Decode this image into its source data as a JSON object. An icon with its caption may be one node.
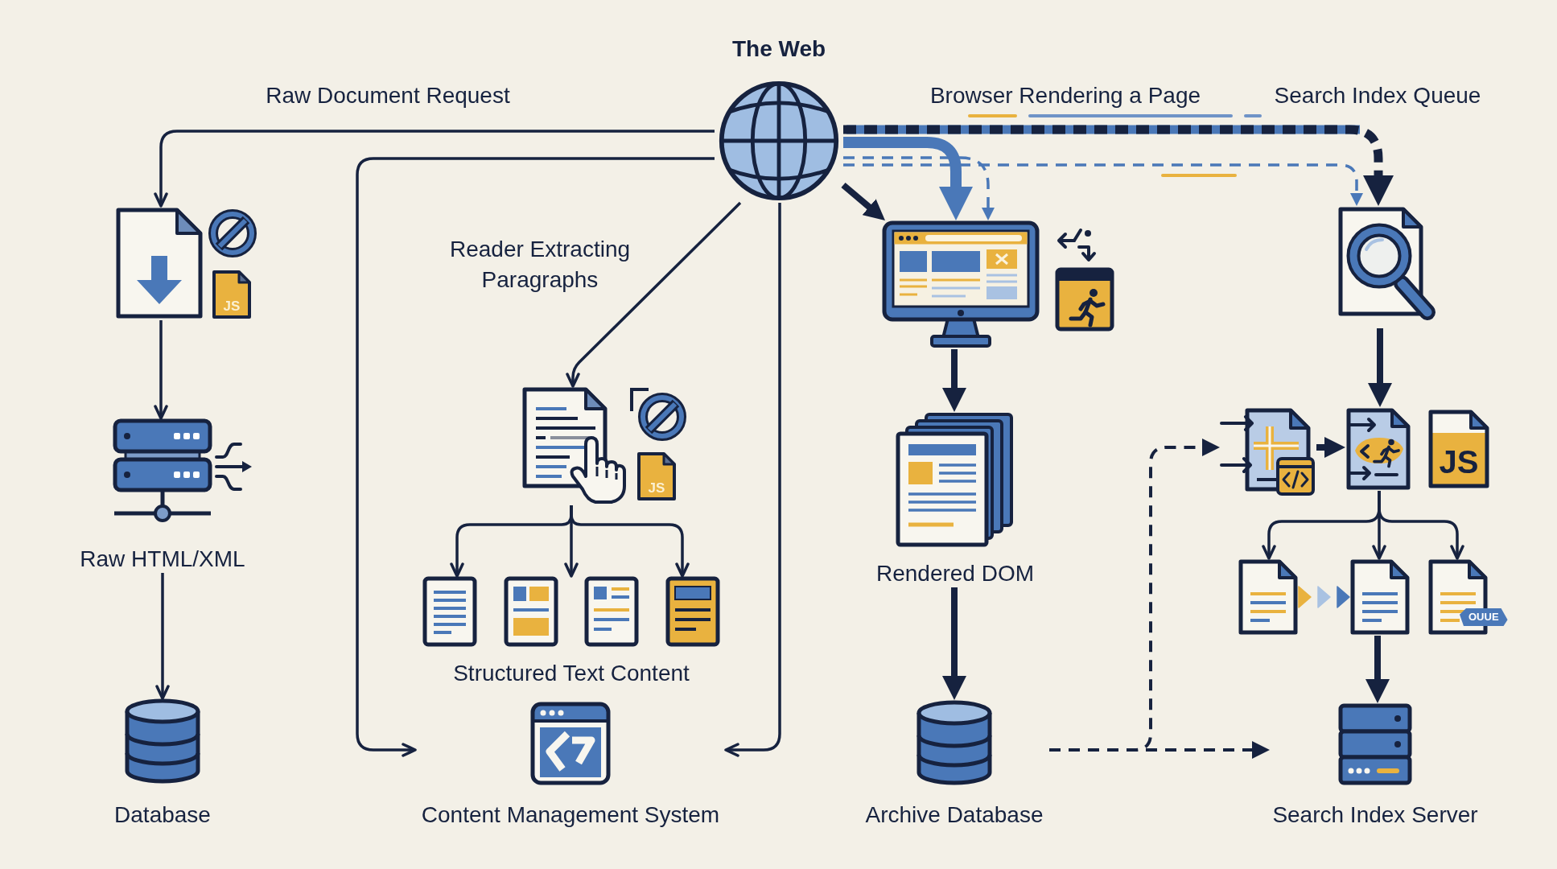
{
  "diagram": {
    "nodes": [
      {
        "text": [
          "The Web"
        ]
      },
      {
        "text": [],
        "shape": "picture"
      },
      {
        "text": [
          "Raw HTML/XML"
        ]
      },
      {
        "text": [
          "Database"
        ]
      },
      {
        "text": [],
        "shape": "picture"
      },
      {
        "text": [
          "Structured Text Content"
        ]
      },
      {
        "text": [
          "Content Management System"
        ]
      },
      {
        "text": [],
        "shape": "picture"
      },
      {
        "text": [
          "Rendered DOM"
        ]
      },
      {
        "text": [
          "Archive Database"
        ]
      },
      {
        "text": [],
        "shape": "picture"
      },
      {
        "text": [],
        "shape": "picture"
      },
      {
        "text": [],
        "shape": "picture"
      },
      {
        "text": [],
        "shape": "picture"
      },
      {
        "text": [],
        "shape": "picture"
      },
      {
        "text": [],
        "shape": "picture"
      },
      {
        "text": [
          "Search Index Server"
        ]
      }
    ],
    "edges": [
      {
        "from": 0,
        "to": 1,
        "arrow": "to",
        "label": "Raw Document Request"
      },
      {
        "from": 0,
        "to": 6,
        "arrow": "to"
      },
      {
        "from": 0,
        "to": 4,
        "arrow": "to",
        "label": "Reader Extracting Paragraphs"
      },
      {
        "from": 0,
        "to": 6,
        "arrow": "to"
      },
      {
        "from": 0,
        "to": 7,
        "arrow": "to",
        "style": "thick"
      },
      {
        "from": 0,
        "to": 7,
        "arrow": "to",
        "label": "Browser Rendering a Page",
        "style": "thick",
        "color": "#4a78b8"
      },
      {
        "from": 0,
        "to": 7,
        "arrow": "to",
        "style": "dashed",
        "color": "#4a78b8"
      },
      {
        "from": 0,
        "to": 10,
        "arrow": "to",
        "label": "Search Index Queue",
        "style": "dashed"
      },
      {
        "from": 0,
        "to": 10,
        "arrow": "to",
        "style": "dashed",
        "color": "#4a78b8"
      },
      {
        "from": 1,
        "to": 2,
        "arrow": "to"
      },
      {
        "from": 2,
        "to": 3,
        "arrow": "to"
      },
      {
        "from": 4,
        "to": 5,
        "arrow": "to"
      },
      {
        "from": 4,
        "to": 5,
        "arrow": "to"
      },
      {
        "from": 4,
        "to": 5,
        "arrow": "to"
      },
      {
        "from": 7,
        "to": 8,
        "arrow": "to",
        "style": "thick"
      },
      {
        "from": 8,
        "to": 9,
        "arrow": "to",
        "style": "thick"
      },
      {
        "from": 10,
        "to": 12,
        "arrow": "to",
        "style": "thick"
      },
      {
        "from": 11,
        "to": 12,
        "arrow": "to",
        "style": "thick"
      },
      {
        "from": 12,
        "to": 13,
        "arrow": "to"
      },
      {
        "from": 12,
        "to": 14,
        "arrow": "to"
      },
      {
        "from": 12,
        "to": 15,
        "arrow": "to"
      },
      {
        "from": 13,
        "to": 14,
        "arrow": "to"
      },
      {
        "from": 14,
        "to": 16,
        "arrow": "to",
        "style": "thick"
      },
      {
        "from": 9,
        "to": 16,
        "arrow": "to",
        "style": "dashed"
      },
      {
        "from": 9,
        "to": 11,
        "arrow": "to",
        "style": "dashed"
      }
    ],
    "labels": [
      "JS",
      "JS",
      "JS",
      "OUUE"
    ]
  }
}
